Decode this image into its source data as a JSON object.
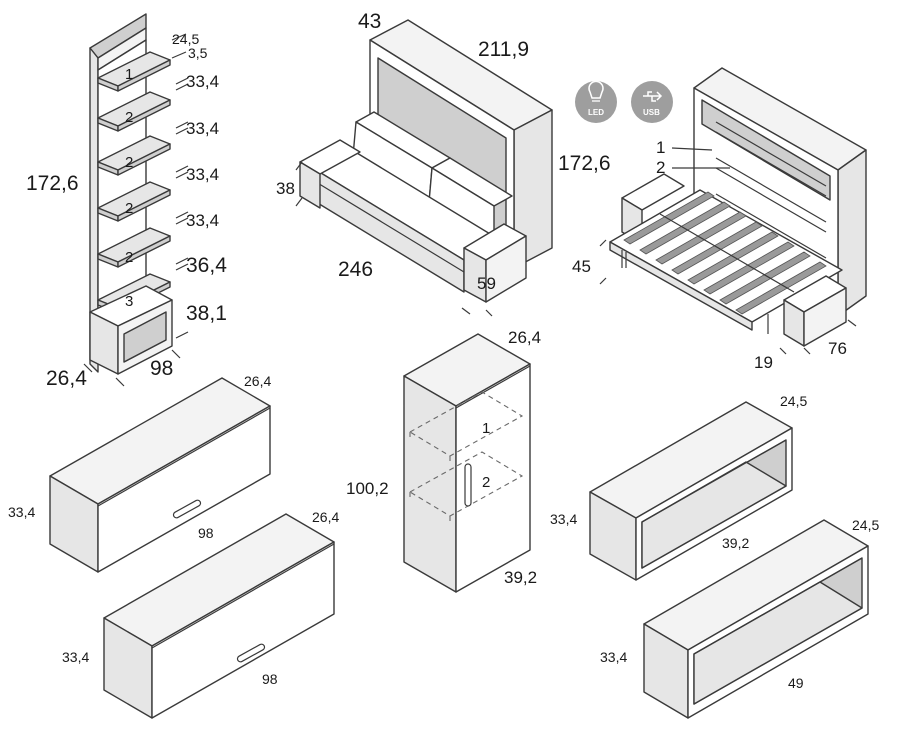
{
  "bookcase": {
    "dims": {
      "width": "98",
      "depth": "26,4",
      "height": "172,6",
      "top_depth": "24,5",
      "top_thickness": "3,5",
      "h1": "33,4",
      "h2": "33,4",
      "h3": "33,4",
      "h4": "33,4",
      "h5": "36,4",
      "h6": "38,1"
    },
    "shelf_labels": [
      "1",
      "2",
      "2",
      "2",
      "2",
      "3"
    ]
  },
  "wall_bed_closed": {
    "dims": {
      "depth": "43",
      "width": "211,9",
      "height": "172,6",
      "sofa_depth": "38",
      "sofa_width": "246",
      "arm_width": "59"
    }
  },
  "wall_bed_open": {
    "dims": {
      "bed_height": "45",
      "arm_width": "19",
      "depth": "76"
    },
    "callouts": [
      "1",
      "2"
    ],
    "icons": [
      {
        "name": "led-bulb-icon",
        "label": "LED"
      },
      {
        "name": "usb-icon",
        "label": "USB"
      }
    ]
  },
  "wall_unit_upper": {
    "dims": {
      "depth": "26,4",
      "height": "33,4",
      "width": "98"
    }
  },
  "wall_unit_lower": {
    "dims": {
      "depth": "26,4",
      "height": "33,4",
      "width": "98"
    }
  },
  "cabinet": {
    "dims": {
      "depth": "26,4",
      "height": "100,2",
      "width": "39,2"
    },
    "shelf_labels": [
      "1",
      "2"
    ]
  },
  "open_shelf_upper": {
    "dims": {
      "depth": "24,5",
      "height": "33,4",
      "width": "39,2"
    }
  },
  "open_shelf_lower": {
    "dims": {
      "depth": "24,5",
      "height": "33,4",
      "width": "49"
    }
  }
}
